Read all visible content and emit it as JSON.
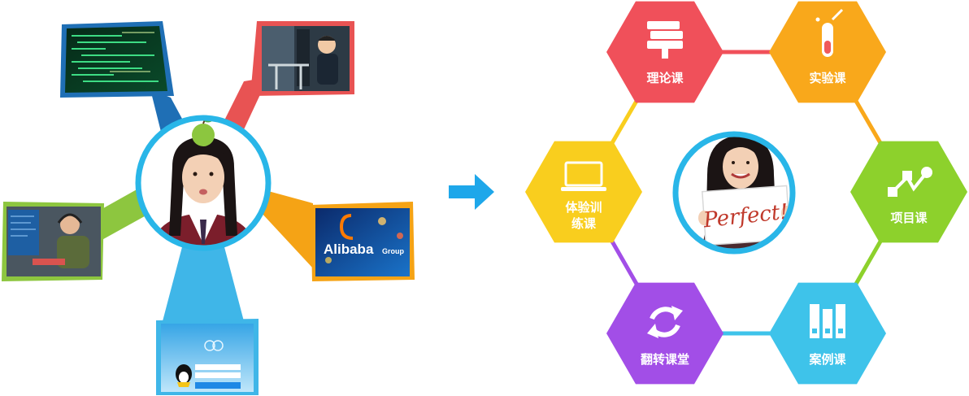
{
  "left": {
    "photos": [
      {
        "name": "code-screen",
        "color": "#1f6fb5"
      },
      {
        "name": "server-room",
        "color": "#e85353"
      },
      {
        "name": "headset-coder",
        "color": "#8dc63f"
      },
      {
        "name": "alibaba",
        "color": "#f5a315",
        "logo": "Alibaba",
        "logo_suffix": "Group"
      },
      {
        "name": "qq-login",
        "color": "#3fb6e8"
      }
    ],
    "center_ring_color": "#29b6e8"
  },
  "arrow": {
    "color": "#1ea7ea"
  },
  "right": {
    "center_sign": "Perfect!",
    "center_ring_color": "#29b6e8",
    "hexagons": [
      {
        "label1": "理论课",
        "label2": "",
        "color": "#f0505a",
        "icon": "books-icon"
      },
      {
        "label1": "实验课",
        "label2": "",
        "color": "#f9a81b",
        "icon": "test-tube-icon"
      },
      {
        "label1": "项目课",
        "label2": "",
        "color": "#8dd12c",
        "icon": "network-icon"
      },
      {
        "label1": "案例课",
        "label2": "",
        "color": "#3ec3ea",
        "icon": "binders-icon"
      },
      {
        "label1": "翻转课堂",
        "label2": "",
        "color": "#a24ee7",
        "icon": "refresh-icon"
      },
      {
        "label1": "体验训",
        "label2": "练课",
        "color": "#f9ce1e",
        "icon": "laptop-icon"
      }
    ]
  }
}
